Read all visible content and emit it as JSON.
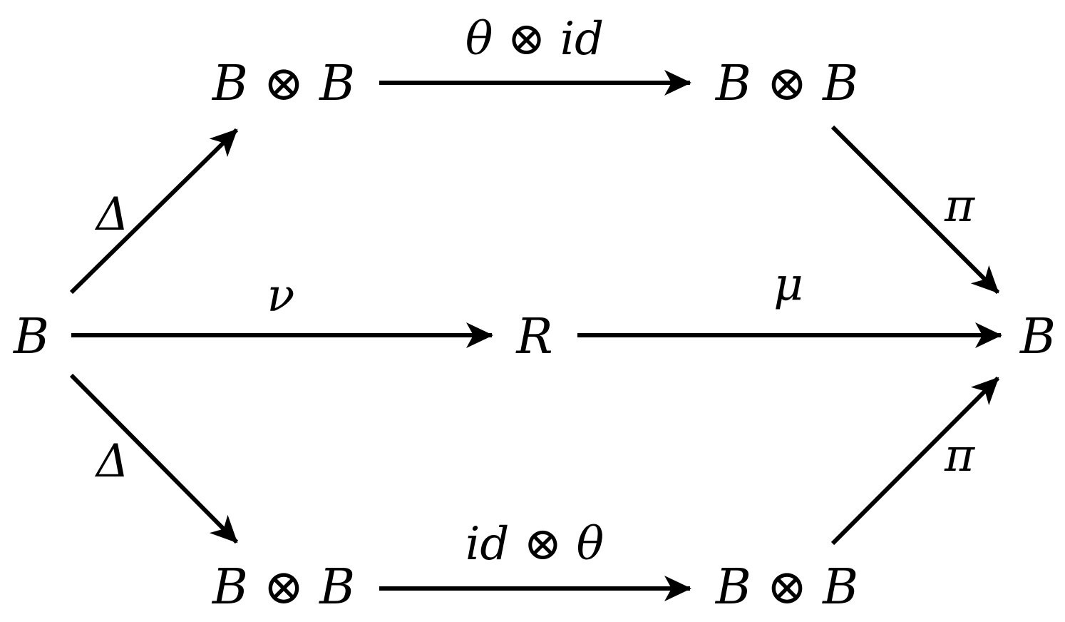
{
  "nodes": {
    "source": "B",
    "top_left": "B ⊗ B",
    "top_right": "B ⊗ B",
    "middle": "R",
    "target": "B",
    "bottom_left": "B ⊗ B",
    "bottom_right": "B ⊗ B"
  },
  "edges": {
    "delta_top": "Δ",
    "theta_id": "θ ⊗ id",
    "pi_top": "π",
    "nu": "ν",
    "mu": "μ",
    "delta_bottom": "Δ",
    "id_theta": "id ⊗ θ",
    "pi_bottom": "π"
  },
  "colors": {
    "ink": "#000000",
    "background": "#ffffff"
  }
}
